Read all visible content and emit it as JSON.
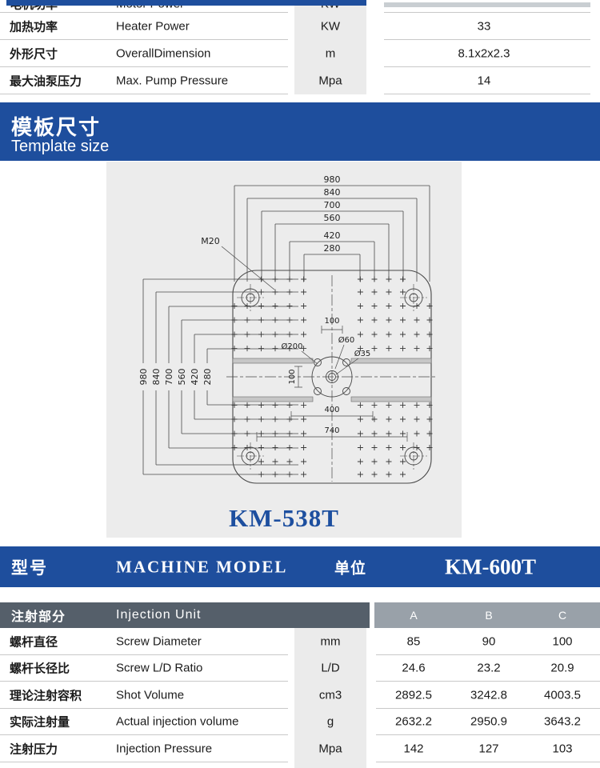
{
  "colors": {
    "navy": "#1e4e9d",
    "unit_bg": "#ebebeb",
    "section_dark": "#555f6a",
    "section_grey": "#99a1a9"
  },
  "top_table": {
    "rows": [
      {
        "cn": "电机功率",
        "en": "Motor Power",
        "unit": "KW",
        "value": ""
      },
      {
        "cn": "加热功率",
        "en": "Heater Power",
        "unit": "KW",
        "value": "33"
      },
      {
        "cn": "外形尺寸",
        "en": "OverallDimension",
        "unit": "m",
        "value": "8.1x2x2.3"
      },
      {
        "cn": "最大油泵压力",
        "en": "Max. Pump Pressure",
        "unit": "Mpa",
        "value": "14"
      }
    ]
  },
  "banner": {
    "cn": "模板尺寸",
    "en": "Template size"
  },
  "diagram": {
    "model": "KM-538T",
    "top_dims": [
      "980",
      "840",
      "700",
      "560",
      "420",
      "280"
    ],
    "left_dims": [
      "980",
      "840",
      "700",
      "560",
      "420",
      "280"
    ],
    "thread_label": "M20",
    "center_labels": {
      "d200": "Ø200",
      "d60": "Ø60",
      "d35": "Ø35",
      "dim100_top": "100",
      "dim100_left": "100",
      "dim400": "400",
      "dim740": "740"
    }
  },
  "model_header": {
    "cn": "型号",
    "en": "MACHINE MODEL",
    "unit_label": "单位",
    "model": "KM-600T"
  },
  "spec_table": {
    "section": {
      "cn": "注射部分",
      "en": "Injection Unit"
    },
    "columns": [
      "A",
      "B",
      "C"
    ],
    "rows": [
      {
        "cn": "螺杆直径",
        "en": "Screw Diameter",
        "unit": "mm",
        "a": "85",
        "b": "90",
        "c": "100"
      },
      {
        "cn": "螺杆长径比",
        "en": "Screw L/D Ratio",
        "unit": "L/D",
        "a": "24.6",
        "b": "23.2",
        "c": "20.9"
      },
      {
        "cn": "理论注射容积",
        "en": "Shot Volume",
        "unit": "cm3",
        "a": "2892.5",
        "b": "3242.8",
        "c": "4003.5"
      },
      {
        "cn": "实际注射量",
        "en": "Actual injection volume",
        "unit": "g",
        "a": "2632.2",
        "b": "2950.9",
        "c": "3643.2"
      },
      {
        "cn": "注射压力",
        "en": "Injection Pressure",
        "unit": "Mpa",
        "a": "142",
        "b": "127",
        "c": "103"
      }
    ]
  }
}
